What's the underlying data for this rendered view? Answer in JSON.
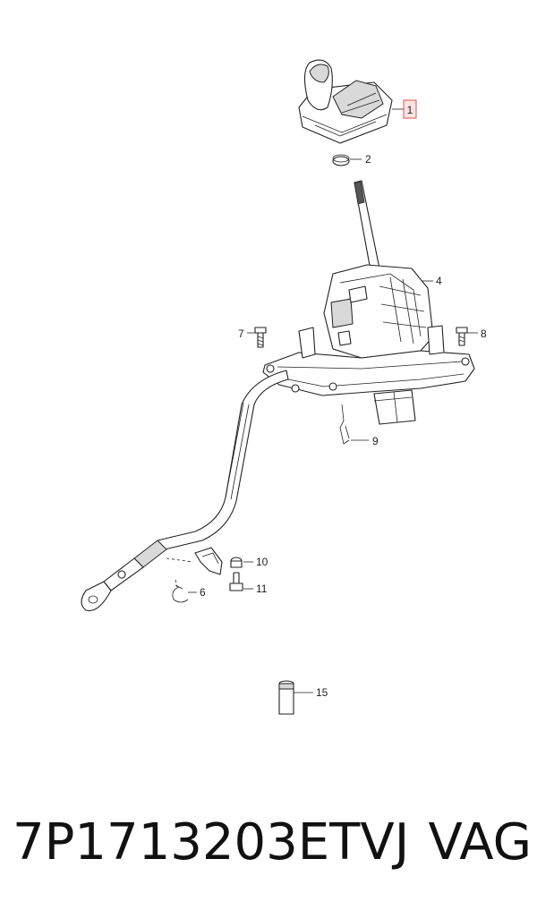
{
  "callouts": {
    "c1": "1",
    "c2": "2",
    "c4": "4",
    "c6": "6",
    "c7": "7",
    "c8": "8",
    "c9": "9",
    "c10": "10",
    "c11": "11",
    "c15": "15"
  },
  "highlight_color": "#e05050",
  "footer": {
    "part_number": "7P1713203ETVJ",
    "brand": "VAG"
  }
}
